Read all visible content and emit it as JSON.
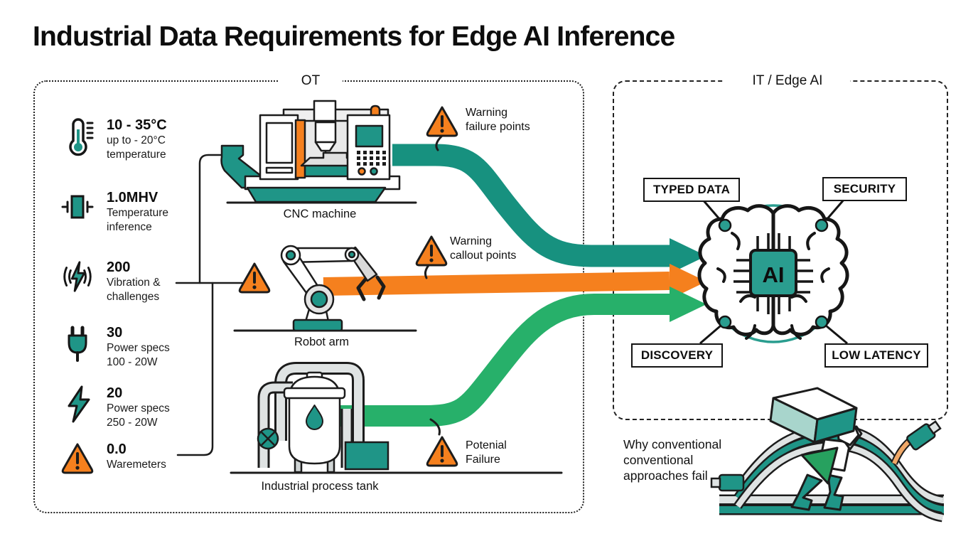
{
  "title": "Industrial Data Requirements for Edge AI Inference",
  "ot_panel": {
    "label": "OT",
    "specs": [
      {
        "icon": "thermometer-icon",
        "value": "10 - 35°C",
        "lines": [
          "up to - 20°C",
          "temperature"
        ]
      },
      {
        "icon": "vibration-sensor-icon",
        "value": "1.0MHV",
        "lines": [
          "Temperature",
          "inference"
        ]
      },
      {
        "icon": "vibration-bolt-icon",
        "value": "200",
        "lines": [
          "Vibration &",
          "challenges"
        ]
      },
      {
        "icon": "power-plug-icon",
        "value": "30",
        "lines": [
          "Power specs",
          "100 - 20W"
        ]
      },
      {
        "icon": "power-bolt-icon",
        "value": "20",
        "lines": [
          "Power specs",
          "250 - 20W"
        ]
      },
      {
        "icon": "warning-triangle-icon",
        "value": "0.0",
        "lines": [
          "Waremeters",
          ""
        ]
      }
    ],
    "machines": [
      {
        "label": "CNC machine"
      },
      {
        "label": "Robot arm"
      },
      {
        "label": "Industrial process tank"
      }
    ],
    "callouts": [
      {
        "lines": [
          "Warning",
          "failure points"
        ]
      },
      {
        "lines": [
          "Warning",
          "callout points"
        ]
      },
      {
        "lines": [
          "Potenial",
          "Failure"
        ]
      }
    ]
  },
  "it_panel": {
    "label": "IT / Edge AI",
    "hub_label": "AI",
    "capabilities": [
      {
        "label": "TYPED DATA"
      },
      {
        "label": "SECURITY"
      },
      {
        "label": "DISCOVERY"
      },
      {
        "label": "LOW LATENCY"
      }
    ]
  },
  "footer_note": {
    "lines": [
      "Why conventional",
      "conventional",
      "approaches fail"
    ]
  },
  "colors": {
    "teal_dark": "#17917f",
    "teal": "#2a9d8f",
    "orange": "#f5801e",
    "green": "#27b06a",
    "ink": "#111111"
  }
}
